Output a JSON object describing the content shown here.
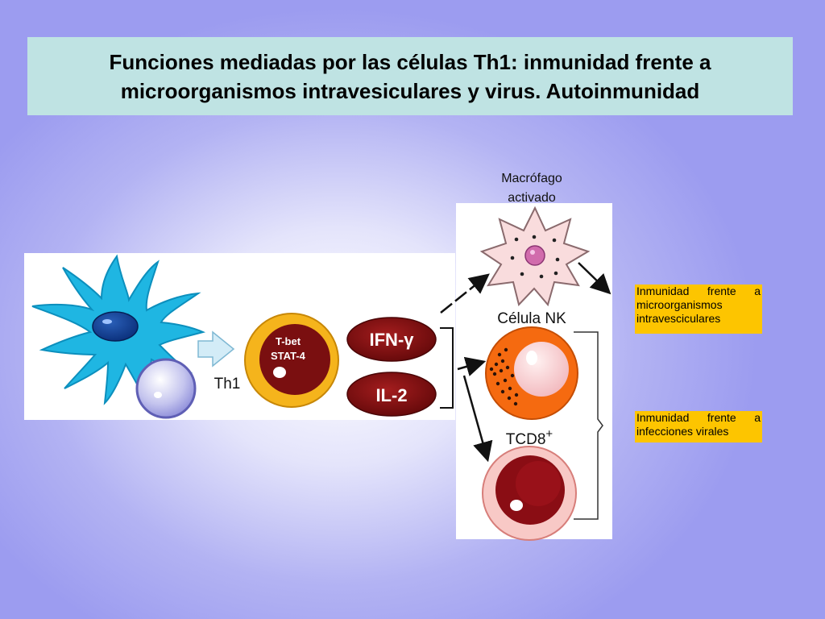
{
  "title": {
    "line1": "Funciones mediadas por las células Th1: inmunidad frente a",
    "line2": "microorganismos intravesiculares y virus. Autoinmunidad"
  },
  "diagram": {
    "macrophage_label_line1": "Macrófago",
    "macrophage_label_line2": "activado",
    "th1_label": "Th1",
    "th1_cell_text_line1": "T-bet",
    "th1_cell_text_line2": "STAT-4",
    "cytokine_1": "IFN-γ",
    "cytokine_2": "IL-2",
    "nk_label": "Célula NK",
    "tcd8_label": "TCD8",
    "tcd8_superscript": "+"
  },
  "notes": {
    "note1": "Inmunidad frente a microorganismos intravesciculares",
    "note2": "Inmunidad frente a infecciones virales"
  },
  "colors": {
    "background": "#9c9cf0",
    "title_box": "#bfe3e3",
    "note_highlight": "#fdc500",
    "dendritic_cell": "#1fb6e2",
    "th1_cell": "#f5b41c",
    "cytokine": "#7a0f10",
    "nk_cell": "#f56a10",
    "tcd8_cell": "#e87c7c"
  }
}
